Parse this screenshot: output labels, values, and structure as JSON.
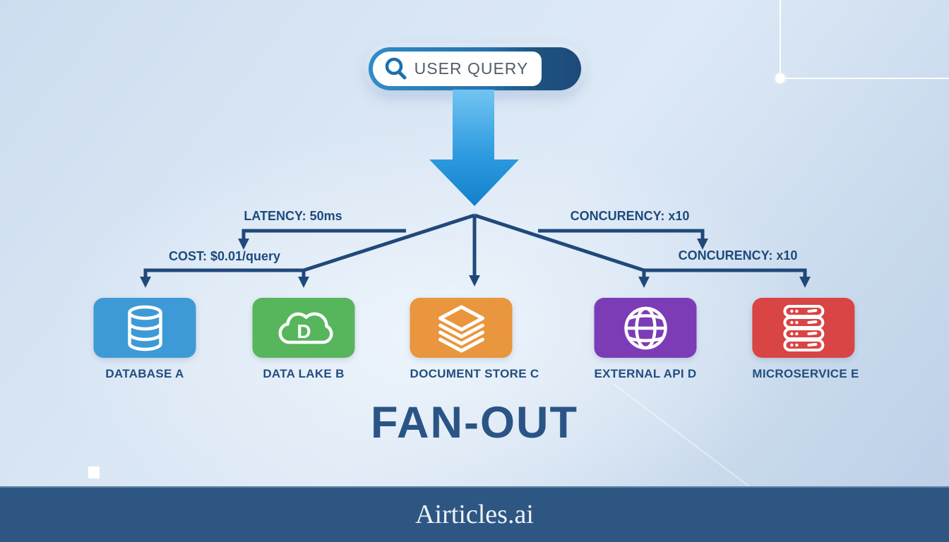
{
  "search_bar": {
    "query_label": "USER QUERY"
  },
  "annotations": {
    "latency": "LATENCY: 50ms",
    "concurrency_top": "CONCURENCY: x10",
    "cost": "COST: $0.01/query",
    "concurrency_right": "CONCURENCY: x10"
  },
  "nodes": [
    {
      "label": "DATABASE A",
      "color": "#3e9ad7",
      "icon": "database-icon"
    },
    {
      "label": "DATA LAKE B",
      "color": "#57b55c",
      "icon": "cloud-icon"
    },
    {
      "label": "DOCUMENT STORE C",
      "color": "#e9963e",
      "icon": "layers-icon"
    },
    {
      "label": "EXTERNAL API D",
      "color": "#7c3cb6",
      "icon": "globe-icon"
    },
    {
      "label": "MICROSERVICE E",
      "color": "#d94444",
      "icon": "server-stack-icon"
    }
  ],
  "title": "FAN-OUT",
  "footer": {
    "brand": "Airticles.ai"
  },
  "theme": {
    "line_color": "#20497a",
    "label_color": "#1e4a7c",
    "title_color": "#2b5486",
    "footer_bg": "#2e5682",
    "arrow_gradient_start": "#72c4f1",
    "arrow_gradient_end": "#1280cb"
  }
}
